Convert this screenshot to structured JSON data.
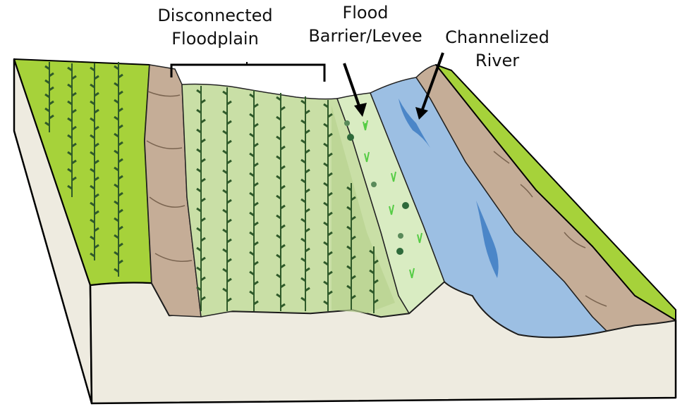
{
  "labels": {
    "disconnected_floodplain": {
      "line1": "Disconnected",
      "line2": "Floodplain"
    },
    "flood_barrier": {
      "line1": "Flood",
      "line2": "Barrier/Levee"
    },
    "channelized_river": {
      "line1": "Channelized",
      "line2": "River"
    }
  },
  "colors": {
    "grass": "#a6d23a",
    "floodplain": "#c9dfa6",
    "floodplain_dark": "#b8d190",
    "levee": "#d9ecc2",
    "bank": "#c5ad97",
    "water": "#9cbfe3",
    "water_dark": "#4b86c8",
    "block_side": "#eeebe0",
    "crop": "#2f5a2a",
    "sprout": "#55cc44",
    "shrub": "#2e6a3a",
    "outline": "#000000"
  }
}
